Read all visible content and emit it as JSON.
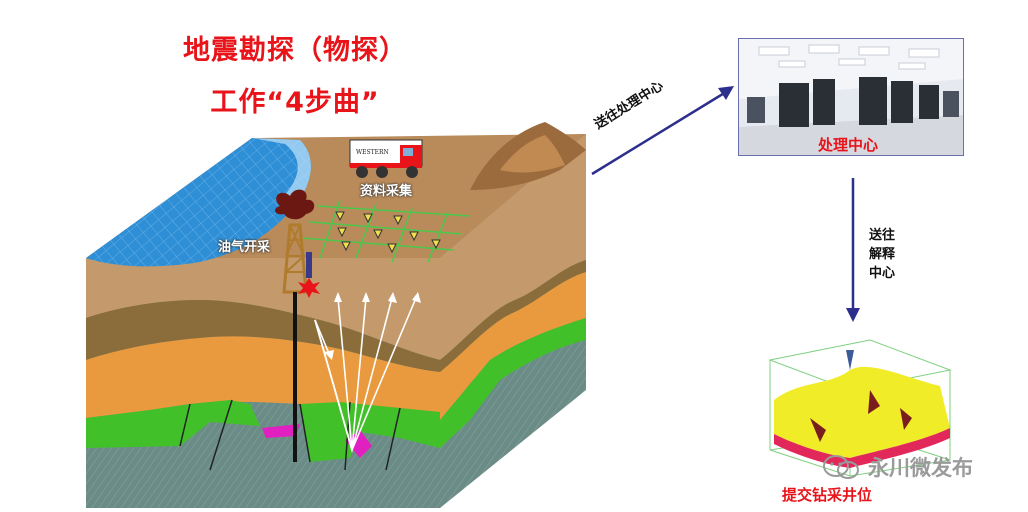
{
  "title": {
    "line1": "地震勘探（物探）",
    "line2": "工作“4步曲”"
  },
  "labels": {
    "data_collection": "资料采集",
    "oil_gas_production": "油气开采",
    "send_to_processing": "送往处理中心",
    "processing_center": "处理中心",
    "send_to_interpretation": [
      "送往",
      "解释",
      "中心"
    ],
    "submit_well_location": "提交钻采井位"
  },
  "truck_text": "WESTERN",
  "watermark": "永川微发布",
  "colors": {
    "title_red": "#e8141a",
    "arrow_navy": "#2c2f8c",
    "water_blue": "#2f8fd6",
    "ground_tan": "#c49a6c",
    "layer_orange": "#e99a3f",
    "layer_green": "#41c02a",
    "layer_gray": "#6b8c86"
  }
}
